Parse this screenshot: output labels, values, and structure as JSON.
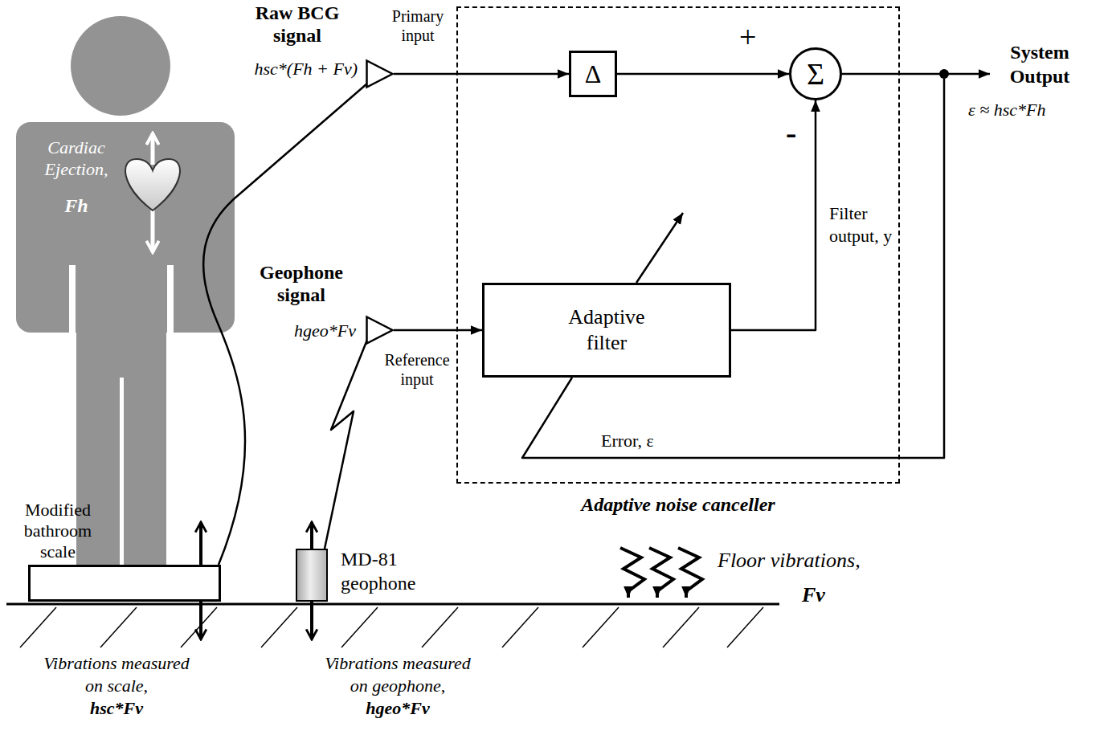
{
  "diagram": {
    "nodes": [
      {
        "text": [
          "Modified bathroom scale"
        ]
      },
      {
        "text": [
          "MD-81 geophone"
        ]
      },
      {
        "text": [
          "Raw BCG signal",
          "hsc*(Fh + Fv)"
        ]
      },
      {
        "text": [
          "Geophone signal",
          "hgeo*Fv"
        ]
      },
      {
        "text": [
          "Adaptive noise canceller"
        ]
      },
      {
        "text": [
          "Δ"
        ],
        "in": 4
      },
      {
        "text": [
          "Σ"
        ],
        "in": 4
      },
      {
        "text": [
          "Adaptive filter"
        ],
        "in": 4
      }
    ],
    "edges": [
      {
        "from": 0,
        "to": 2,
        "arrow": "none"
      },
      {
        "from": 1,
        "to": 3,
        "arrow": "none"
      },
      {
        "from": 2,
        "to": 5,
        "arrow": "to"
      },
      {
        "from": 5,
        "to": 6,
        "arrow": "to",
        "label": "+"
      },
      {
        "from": 3,
        "to": 7,
        "arrow": "to"
      },
      {
        "from": 7,
        "to": 6,
        "arrow": "to",
        "label": "Filter output, y"
      },
      {
        "from": 6,
        "to": 7,
        "arrow": "none",
        "label": "Error, ε"
      }
    ],
    "labels": [
      "Cardiac Ejection,",
      "Fh",
      "Primary input",
      "Reference input",
      "-",
      "System Output",
      "ε ≈ hsc*Fh",
      "Floor vibrations,",
      "Fv",
      "Vibrations measured on scale,",
      "hsc*Fv",
      "Vibrations measured on geophone,",
      "hgeo*Fv"
    ]
  }
}
